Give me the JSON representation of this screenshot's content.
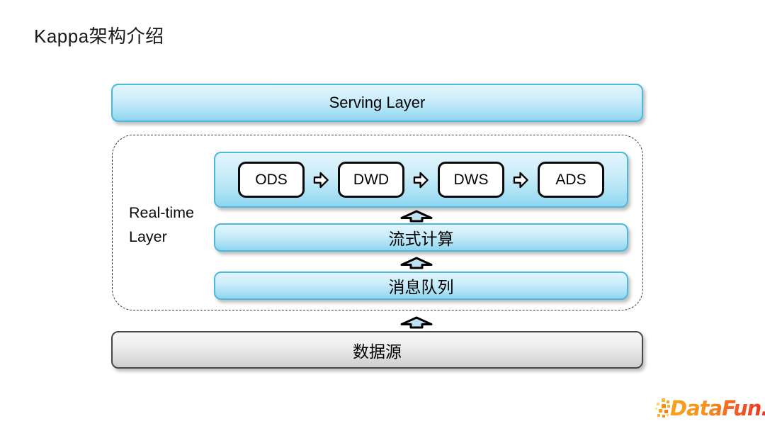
{
  "title": "Kappa架构介绍",
  "diagram": {
    "serving_layer": {
      "label": "Serving Layer"
    },
    "realtime_layer": {
      "label": "Real-time Layer",
      "pipeline": {
        "nodes": [
          "ODS",
          "DWD",
          "DWS",
          "ADS"
        ]
      },
      "stream_computing_label": "流式计算",
      "message_queue_label": "消息队列"
    },
    "data_source_label": "数据源",
    "icons": {
      "right_arrow": "right-block-arrow",
      "up_arrow": "up-block-arrow"
    }
  },
  "logo": {
    "text": "DataFun."
  },
  "colors": {
    "bar_blue_top": "#e2f5fd",
    "bar_blue_bottom": "#8ed5f0",
    "bar_blue_border": "#4cb8dc",
    "gray_bar_top": "#f8f8f8",
    "gray_bar_bottom": "#cecece",
    "gray_bar_border": "#474747",
    "arrow_fill": "#bfe0f2",
    "logo_orange": "#f6921e"
  }
}
